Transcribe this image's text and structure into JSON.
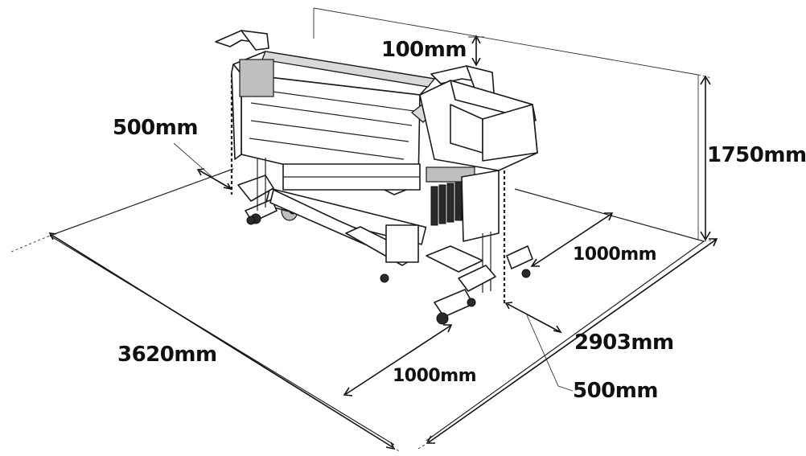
{
  "labels": {
    "top_clearance": "100mm",
    "left_clearance": "500mm",
    "height": "1750mm",
    "rear_clearance": "1000mm",
    "total_width": "3620mm",
    "front_clearance": "1000mm",
    "total_depth": "2903mm",
    "right_clearance": "500mm"
  },
  "colors": {
    "line": "#222222",
    "text": "#111111",
    "fill": "#ffffff",
    "shade": "#d9d9d9"
  }
}
